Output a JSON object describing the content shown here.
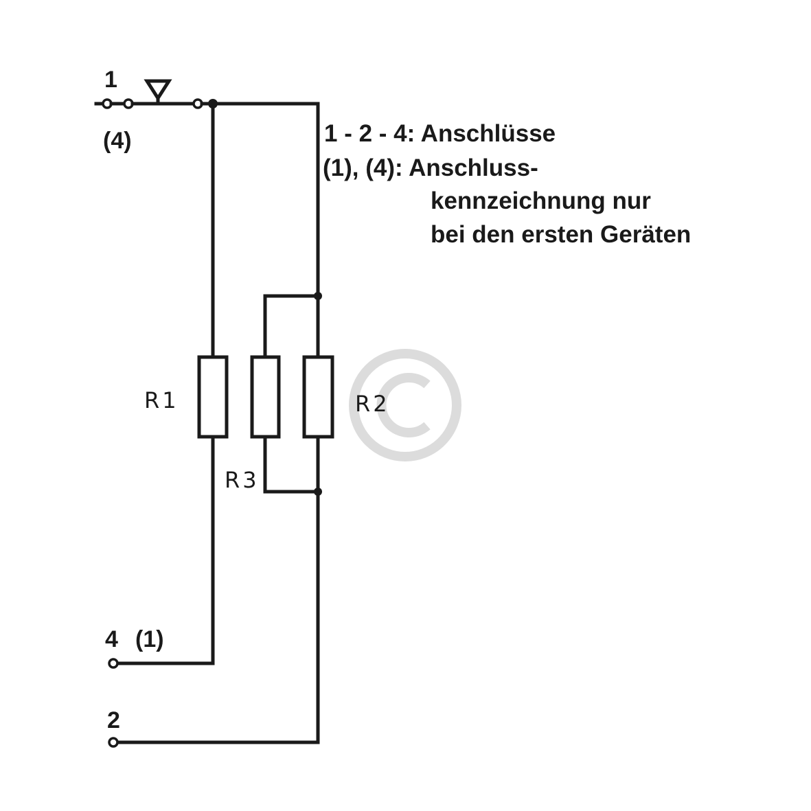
{
  "terminals": {
    "t1": "1",
    "t1_alt": "(4)",
    "t4": "4",
    "t4_alt": "(1)",
    "t2": "2"
  },
  "resistors": {
    "r1": "R1",
    "r2": "R2",
    "r3": "R3"
  },
  "notes": {
    "line1": "1 - 2 - 4: Anschlüsse",
    "line2": "(1), (4): Anschluss-",
    "line3": "kennzeichnung nur",
    "line4": "bei den ersten Geräten"
  },
  "watermark": {
    "icon": "copyright-icon",
    "color": "#dcdcdc"
  },
  "colors": {
    "ink": "#1a1a1a",
    "background": "#ffffff"
  }
}
